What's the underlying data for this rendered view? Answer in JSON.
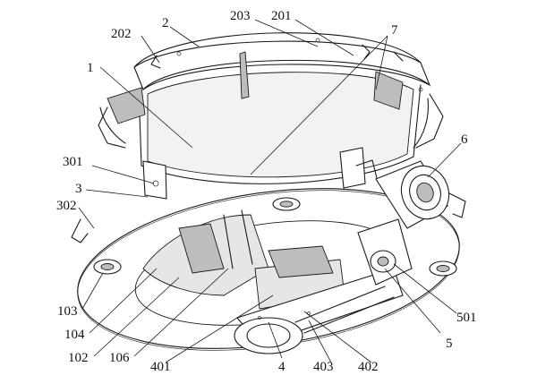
{
  "labels": {
    "l1": "1",
    "l2": "2",
    "l202": "202",
    "l203": "203",
    "l201": "201",
    "l7": "7",
    "l6": "6",
    "l301": "301",
    "l3": "3",
    "l302": "302",
    "l103": "103",
    "l104": "104",
    "l102": "102",
    "l106": "106",
    "l401": "401",
    "l4": "4",
    "l403": "403",
    "l402": "402",
    "l5": "5",
    "l501": "501"
  }
}
